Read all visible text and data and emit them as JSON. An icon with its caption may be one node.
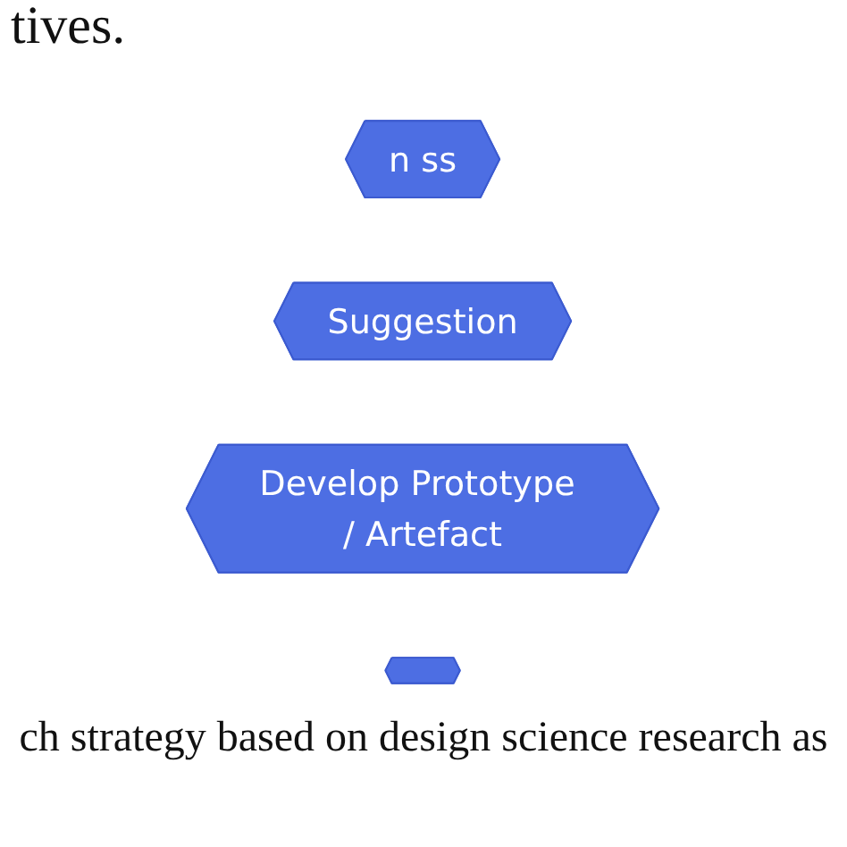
{
  "diagram": {
    "caption": "ch strategy based on design science research as",
    "nodes": [
      {
        "text": [
          "n ss"
        ]
      },
      {
        "text": [
          "Suggestion"
        ]
      },
      {
        "text": [
          "Develop Prototype / Artefact"
        ]
      },
      {
        "text": [],
        "shape": "hexagon"
      }
    ],
    "labels": [
      "tives."
    ]
  }
}
